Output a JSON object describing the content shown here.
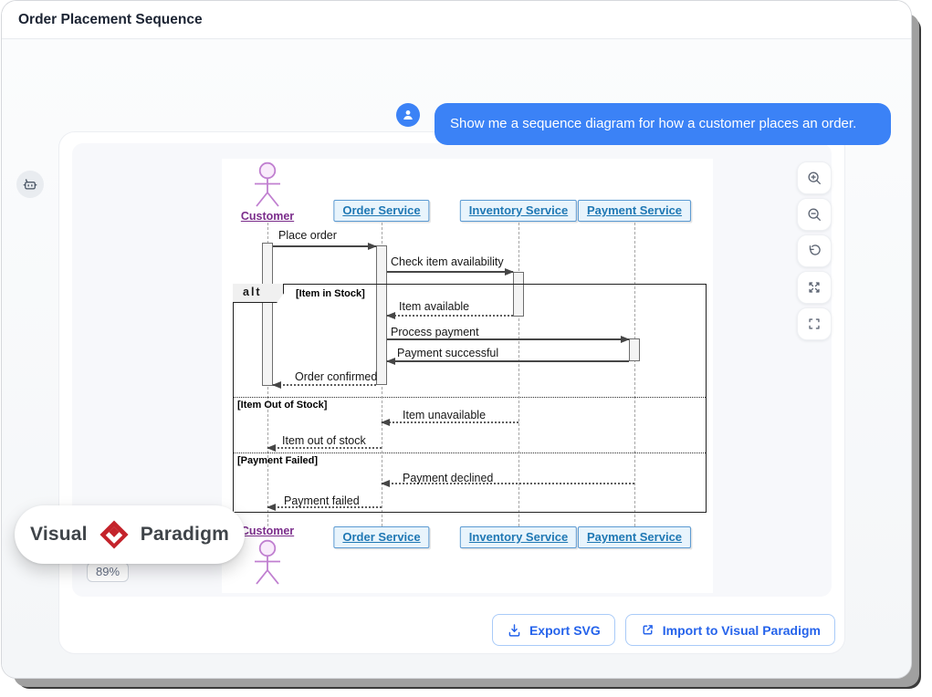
{
  "window": {
    "title": "Order Placement Sequence"
  },
  "chat": {
    "user_message": "Show me a sequence diagram for how a customer places an order."
  },
  "viewer": {
    "zoom_percent": "89%",
    "toolbar": [
      {
        "icon": "zoom-in"
      },
      {
        "icon": "zoom-out"
      },
      {
        "icon": "reset-view"
      },
      {
        "icon": "expand"
      },
      {
        "icon": "fullscreen"
      }
    ]
  },
  "diagram": {
    "participants": [
      {
        "name": "Customer",
        "type": "actor"
      },
      {
        "name": "Order Service",
        "type": "participant"
      },
      {
        "name": "Inventory Service",
        "type": "participant"
      },
      {
        "name": "Payment Service",
        "type": "participant"
      }
    ],
    "fragment": {
      "operator": "alt",
      "guards": [
        "[Item in Stock]",
        "[Item Out of Stock]",
        "[Payment Failed]"
      ]
    },
    "messages": [
      {
        "from": "Customer",
        "to": "Order Service",
        "label": "Place order",
        "style": "solid"
      },
      {
        "from": "Order Service",
        "to": "Inventory Service",
        "label": "Check item availability",
        "style": "solid"
      },
      {
        "from": "Inventory Service",
        "to": "Order Service",
        "label": "Item available",
        "style": "dashed"
      },
      {
        "from": "Order Service",
        "to": "Payment Service",
        "label": "Process payment",
        "style": "solid"
      },
      {
        "from": "Payment Service",
        "to": "Order Service",
        "label": "Payment successful",
        "style": "solid"
      },
      {
        "from": "Order Service",
        "to": "Customer",
        "label": "Order confirmed",
        "style": "dashed"
      },
      {
        "from": "Inventory Service",
        "to": "Order Service",
        "label": "Item unavailable",
        "style": "dashed"
      },
      {
        "from": "Order Service",
        "to": "Customer",
        "label": "Item out of stock",
        "style": "dashed"
      },
      {
        "from": "Payment Service",
        "to": "Order Service",
        "label": "Payment declined",
        "style": "dashed"
      },
      {
        "from": "Order Service",
        "to": "Customer",
        "label": "Payment failed",
        "style": "dashed"
      }
    ]
  },
  "footer": {
    "logo_left": "Visual",
    "logo_right": "Paradigm",
    "export_button": "Export SVG",
    "import_button": "Import to Visual Paradigm"
  },
  "colors": {
    "accent_blue": "#3b82f6",
    "button_blue": "#2563eb",
    "participant_fill": "#e8f4fc",
    "participant_border": "#5b9ad2",
    "participant_text": "#1f78b4",
    "actor_purple": "#c07fd0",
    "actor_label_purple": "#7b2d8b",
    "vp_red": "#c4232b"
  }
}
